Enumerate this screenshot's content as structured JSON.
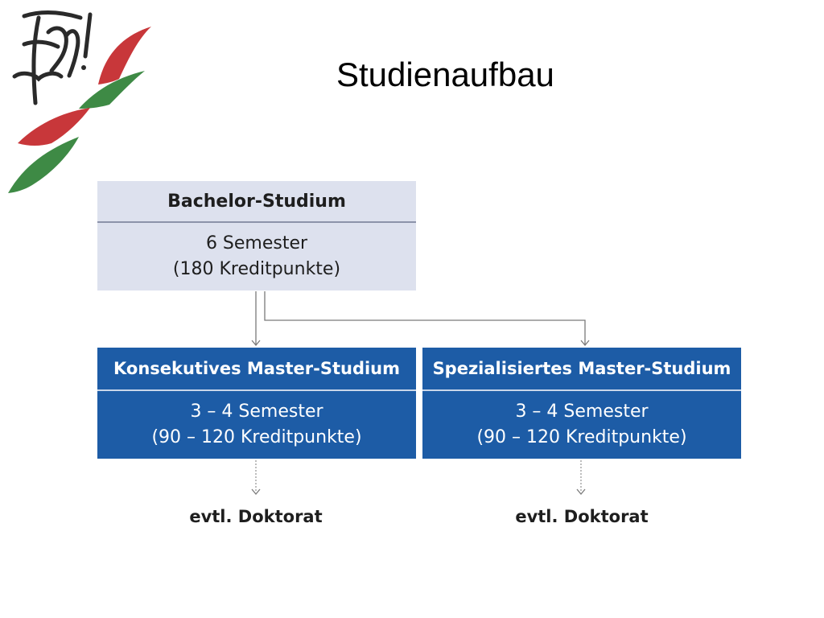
{
  "slide": {
    "title": "Studienaufbau"
  },
  "logo": {
    "monogram": "ℱℳ!",
    "colors": {
      "red": "#c8373a",
      "green": "#3e8a45",
      "ink": "#2a2a2a"
    }
  },
  "diagram": {
    "bachelor": {
      "title": "Bachelor-Studium",
      "line1": "6 Semester",
      "line2": "(180 Kreditpunkte)"
    },
    "consecutive_master": {
      "title": "Konsekutives Master-Studium",
      "line1": "3 – 4 Semester",
      "line2": "(90 – 120 Kreditpunkte)"
    },
    "specialized_master": {
      "title": "Spezialisiertes Master-Studium",
      "line1": "3 – 4 Semester",
      "line2": "(90 – 120 Kreditpunkte)"
    },
    "doctorate_left": "evtl. Doktorat",
    "doctorate_right": "evtl. Doktorat"
  },
  "colors": {
    "bachelor_fill": "#dde1ee",
    "master_fill": "#1d5ca6",
    "connector": "#7a7a7a"
  }
}
